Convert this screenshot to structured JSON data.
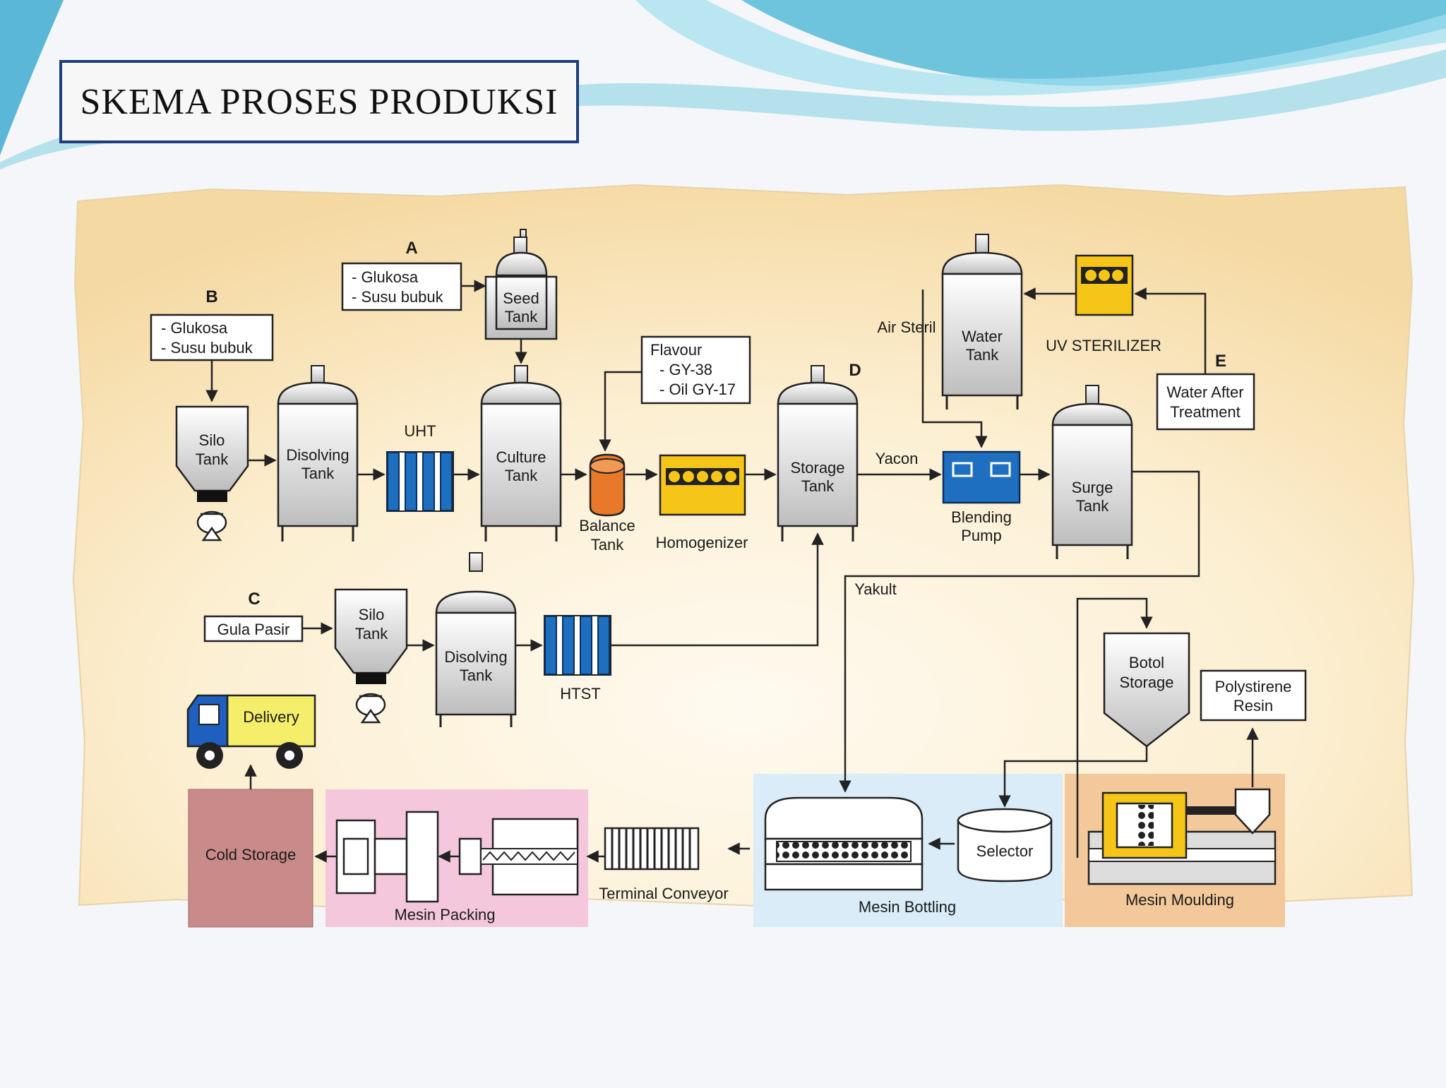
{
  "slide": {
    "title": "SKEMA PROSES PRODUKSI"
  },
  "colors": {
    "tank_fill": "#d6d6d6",
    "uht_blue": "#1f6fc0",
    "homogenizer_yellow": "#f5c518",
    "balance_orange": "#e8792a",
    "bottling_bg": "#d9ecf7",
    "moulding_bg": "#f3c89a",
    "packing_bg": "#f4c7dc",
    "cold_storage": "#c98a8a",
    "paper_bg": "#fbe7bf",
    "truck_blue": "#1f5fbf",
    "truck_yellow": "#f5ee6a"
  },
  "letters": {
    "a": "A",
    "b": "B",
    "c": "C",
    "d": "D",
    "e": "E"
  },
  "inputs": {
    "a": {
      "line1": "- Glukosa",
      "line2": "- Susu bubuk"
    },
    "b": {
      "line1": "- Glukosa",
      "line2": "- Susu bubuk"
    },
    "c": {
      "label": "Gula Pasir"
    },
    "flavour": {
      "title": "Flavour",
      "line1": "- GY-38",
      "line2": "- Oil GY-17"
    },
    "water_after": {
      "line1": "Water After",
      "line2": "Treatment"
    },
    "polystyrene": {
      "line1": "Polystirene",
      "line2": "Resin"
    }
  },
  "equipment": {
    "seed_tank": {
      "line1": "Seed",
      "line2": "Tank"
    },
    "silo_tank_1": {
      "line1": "Silo",
      "line2": "Tank"
    },
    "disolving_tank_1": {
      "line1": "Disolving",
      "line2": "Tank"
    },
    "uht": "UHT",
    "culture_tank": {
      "line1": "Culture",
      "line2": "Tank"
    },
    "balance_tank": {
      "line1": "Balance",
      "line2": "Tank"
    },
    "homogenizer": "Homogenizer",
    "storage_tank": {
      "line1": "Storage",
      "line2": "Tank"
    },
    "yacon": "Yacon",
    "blending_pump": {
      "line1": "Blending",
      "line2": "Pump"
    },
    "surge_tank": {
      "line1": "Surge",
      "line2": "Tank"
    },
    "air_steril": "Air Steril",
    "water_tank": {
      "line1": "Water",
      "line2": "Tank"
    },
    "uv_sterilizer": "UV STERILIZER",
    "silo_tank_2": {
      "line1": "Silo",
      "line2": "Tank"
    },
    "disolving_tank_2": {
      "line1": "Disolving",
      "line2": "Tank"
    },
    "htst": "HTST",
    "yakult": "Yakult",
    "botol_storage": {
      "line1": "Botol",
      "line2": "Storage"
    },
    "delivery": "Delivery",
    "cold_storage": "Cold Storage",
    "mesin_packing": "Mesin Packing",
    "terminal_conveyor": "Terminal Conveyor",
    "mesin_bottling": "Mesin Bottling",
    "selector": "Selector",
    "mesin_moulding": "Mesin Moulding"
  }
}
